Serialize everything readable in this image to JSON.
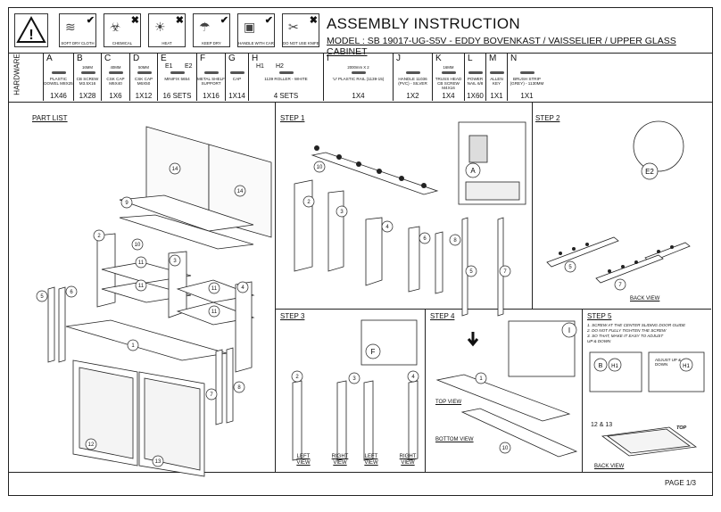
{
  "header": {
    "title": "ASSEMBLY INSTRUCTION",
    "model": "MODEL : SB 19017-UG-S5V - EDDY BOVENKAST / VAISSELIER / UPPER GLASS CABINET"
  },
  "care_labels": [
    {
      "label": "SOFT DRY CLOTH",
      "mark": "✔",
      "icon": "cloth-icon"
    },
    {
      "label": "CHEMICAL",
      "mark": "✖",
      "icon": "chemical-icon"
    },
    {
      "label": "HEAT",
      "mark": "✖",
      "icon": "sun-heat-icon"
    },
    {
      "label": "KEEP DRY",
      "mark": "✔",
      "icon": "umbrella-icon"
    },
    {
      "label": "HANDLE WITH CARE",
      "mark": "✔",
      "icon": "box-care-icon"
    },
    {
      "label": "DO NOT USE KNIFE",
      "mark": "✖",
      "icon": "knife-icon"
    }
  ],
  "hardware_heading": "HARDWARE",
  "hardware": [
    {
      "letter": "A",
      "desc": "PLASTIC DOWEL M8X25",
      "qty": "1X46"
    },
    {
      "letter": "B",
      "desc": "CB SCREW M3.5X16",
      "size": "16MM",
      "qty": "1X28"
    },
    {
      "letter": "C",
      "desc": "CSK CAP M6X40",
      "size": "40MM",
      "qty": "1X6"
    },
    {
      "letter": "D",
      "desc": "CSK CAP M6X50",
      "size": "50MM",
      "qty": "1X12"
    },
    {
      "letter": "E",
      "sub": [
        "E1",
        "E2"
      ],
      "desc": "MINIFIX 5654",
      "qty": "16 SETS"
    },
    {
      "letter": "F",
      "desc": "METAL SHELF SUPPORT",
      "qty": "1X16"
    },
    {
      "letter": "G",
      "desc": "CAP",
      "qty": "1X14"
    },
    {
      "letter": "H",
      "sub": [
        "H1",
        "H2"
      ],
      "desc": "1139 ROLLER - WHITE",
      "qty": "4 SETS"
    },
    {
      "letter": "I",
      "desc": "'U' PLASTIC RAIL (1139-15)",
      "size": "2000mm X 2",
      "qty": "1X4"
    },
    {
      "letter": "J",
      "desc": "HANDLE 11036 (PVC) - SILVER",
      "qty": "1X2"
    },
    {
      "letter": "K",
      "desc": "TRUSS HEAD CB SCREW M4X16",
      "size": "16MM",
      "qty": "1X4"
    },
    {
      "letter": "L",
      "desc": "POWER NAIL 6/8",
      "qty": "1X60"
    },
    {
      "letter": "M",
      "desc": "ALLEN KEY",
      "qty": "1X1"
    },
    {
      "letter": "N",
      "desc": "BRUSH STRIP (GREY) - 1130MM",
      "qty": "1X1"
    }
  ],
  "sections": {
    "part_list": "PART LIST",
    "step1": "STEP 1",
    "step2": "STEP 2",
    "step3": "STEP 3",
    "step4": "STEP 4",
    "step5": "STEP 5"
  },
  "callouts": {
    "A": "A",
    "E2": "E2",
    "F": "F",
    "I": "I",
    "B": "B",
    "H1": "H1"
  },
  "view_labels": {
    "back_view_step2": "BACK VIEW",
    "left_view_1": "LEFT VIEW",
    "right_view_1": "RIGHT VIEW",
    "left_view_2": "LEFT VIEW",
    "right_view_2": "RIGHT VIEW",
    "top_view": "TOP VIEW",
    "bottom_view": "BOTTOM VIEW",
    "back_view_step5": "BACK VIEW",
    "top": "TOP",
    "adjust": "ADJUST UP & DOWN",
    "parts_12_13": "12 & 13"
  },
  "step5_notes": [
    "1. SCREW AT THE CENTER SLIDING DOOR GUIDE",
    "2. DO NOT FULLY TIGHTEN THE SCREW",
    "3. SO THAT, MAKE IT EASY TO ADJUST",
    "UP & DOWN"
  ],
  "part_numbers": [
    "1",
    "2",
    "3",
    "4",
    "5",
    "6",
    "7",
    "8",
    "9",
    "10",
    "11",
    "12",
    "13",
    "14"
  ],
  "footer": {
    "page": "PAGE 1/3"
  }
}
